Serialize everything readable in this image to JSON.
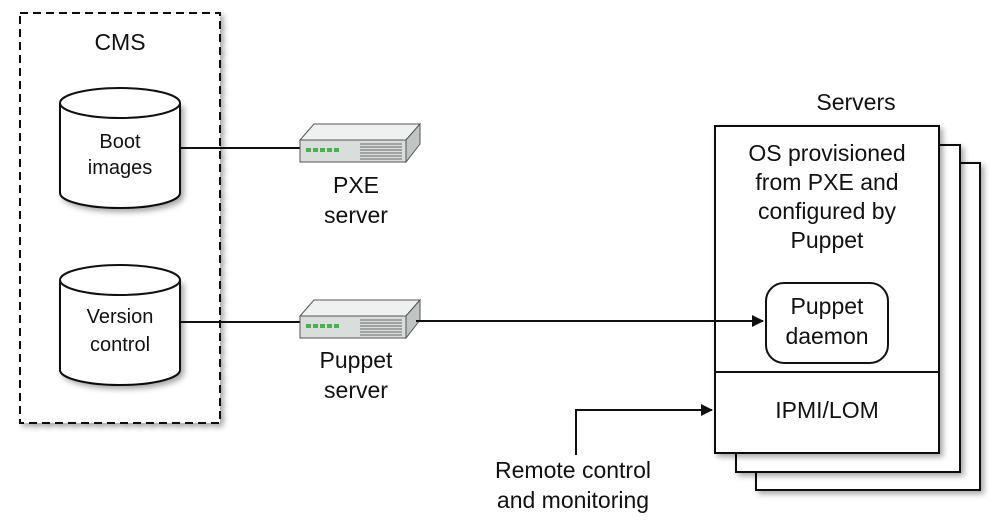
{
  "cms": {
    "title": "CMS",
    "boot_images": [
      "Boot",
      "images"
    ],
    "version_control": [
      "Version",
      "control"
    ]
  },
  "pxe_server": {
    "label": [
      "PXE",
      "server"
    ]
  },
  "puppet_server": {
    "label": [
      "Puppet",
      "server"
    ]
  },
  "servers": {
    "title": "Servers",
    "description": [
      "OS provisioned",
      "from PXE and",
      "configured by",
      "Puppet"
    ],
    "puppet_daemon": [
      "Puppet",
      "daemon"
    ],
    "ipmi": "IPMI/LOM"
  },
  "remote": {
    "label": [
      "Remote control",
      "and monitoring"
    ]
  },
  "colors": {
    "stroke": "#111111",
    "device_body": "#d9dedc",
    "device_led": "#4caf50"
  },
  "icons": {
    "server_appliance": "rack-server-icon",
    "database": "database-cylinder-icon"
  }
}
